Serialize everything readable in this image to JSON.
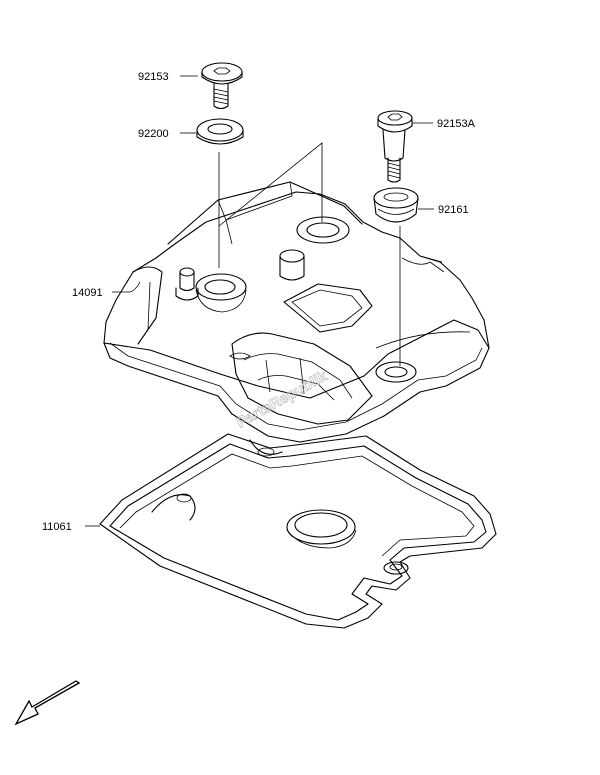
{
  "parts": [
    {
      "id": "bolt",
      "number": "92153"
    },
    {
      "id": "washer",
      "number": "92200"
    },
    {
      "id": "bolt_a",
      "number": "92153A"
    },
    {
      "id": "grommet",
      "number": "92161"
    },
    {
      "id": "cylinder_head_cover",
      "number": "14091"
    },
    {
      "id": "gasket",
      "number": "11061"
    }
  ],
  "watermark": "PartsRepublik",
  "icons": {
    "direction": "front-direction-arrow-icon"
  }
}
